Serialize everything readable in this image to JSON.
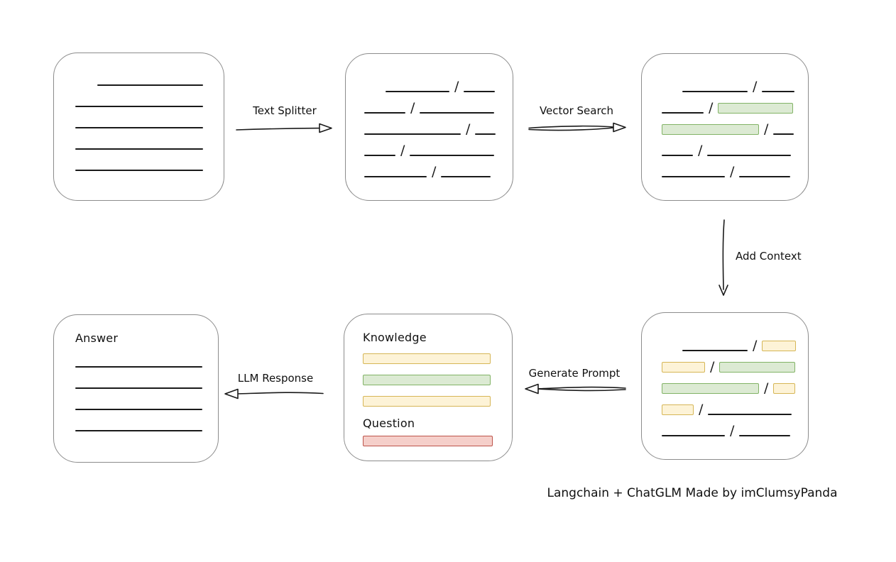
{
  "diagram": {
    "attribution": "Langchain + ChatGLM Made by imClumsyPanda",
    "separator": "/",
    "arrows": {
      "text_splitter": "Text Splitter",
      "vector_search": "Vector Search",
      "add_context": "Add Context",
      "generate_prompt": "Generate Prompt",
      "llm_response": "LLM Response"
    },
    "colors": {
      "green_fill": "#dcead3",
      "green_border": "#82b366",
      "yellow_fill": "#fdf3d7",
      "yellow_border": "#d6b656",
      "red_fill": "#f5cfca",
      "red_border": "#bd544a",
      "box_border": "#8c8c8c",
      "line": "#1a1a1a",
      "text": "#111111"
    },
    "document_box": {
      "rows": [
        {
          "indent": 31,
          "segments": [
            {
              "type": "line",
              "w": 149
            }
          ]
        },
        {
          "indent": 0,
          "segments": [
            {
              "type": "line",
              "w": 180
            }
          ]
        },
        {
          "indent": 0,
          "segments": [
            {
              "type": "line",
              "w": 180
            }
          ]
        },
        {
          "indent": 0,
          "segments": [
            {
              "type": "line",
              "w": 180
            }
          ]
        },
        {
          "indent": 0,
          "segments": [
            {
              "type": "line",
              "w": 180
            }
          ]
        }
      ]
    },
    "chunks_box": {
      "rows": [
        {
          "indent": 30,
          "segments": [
            {
              "type": "line",
              "w": 90
            },
            {
              "type": "line",
              "w": 44
            }
          ]
        },
        {
          "indent": 0,
          "segments": [
            {
              "type": "line",
              "w": 58
            },
            {
              "type": "line",
              "w": 105
            }
          ]
        },
        {
          "indent": 0,
          "segments": [
            {
              "type": "line",
              "w": 136
            },
            {
              "type": "line",
              "w": 29
            }
          ]
        },
        {
          "indent": 0,
          "segments": [
            {
              "type": "line",
              "w": 44
            },
            {
              "type": "line",
              "w": 119
            }
          ]
        },
        {
          "indent": 0,
          "segments": [
            {
              "type": "line",
              "w": 88
            },
            {
              "type": "line",
              "w": 70
            }
          ]
        }
      ]
    },
    "vector_box": {
      "rows": [
        {
          "indent": 29,
          "segments": [
            {
              "type": "line",
              "w": 92
            },
            {
              "type": "line",
              "w": 46
            }
          ]
        },
        {
          "indent": 0,
          "segments": [
            {
              "type": "line",
              "w": 59
            },
            {
              "type": "green",
              "w": 106
            }
          ]
        },
        {
          "indent": 0,
          "segments": [
            {
              "type": "green",
              "w": 137
            },
            {
              "type": "line",
              "w": 29
            }
          ]
        },
        {
          "indent": 0,
          "segments": [
            {
              "type": "line",
              "w": 44
            },
            {
              "type": "line",
              "w": 118
            }
          ]
        },
        {
          "indent": 0,
          "segments": [
            {
              "type": "line",
              "w": 89
            },
            {
              "type": "line",
              "w": 72
            }
          ]
        }
      ]
    },
    "context_box": {
      "rows": [
        {
          "indent": 29,
          "segments": [
            {
              "type": "line",
              "w": 92
            },
            {
              "type": "yellow",
              "w": 48
            }
          ]
        },
        {
          "indent": 0,
          "segments": [
            {
              "type": "yellow",
              "w": 61
            },
            {
              "type": "green",
              "w": 107
            }
          ]
        },
        {
          "indent": 0,
          "segments": [
            {
              "type": "green",
              "w": 137
            },
            {
              "type": "yellow",
              "w": 31
            }
          ]
        },
        {
          "indent": 0,
          "segments": [
            {
              "type": "yellow",
              "w": 45
            },
            {
              "type": "line",
              "w": 118
            }
          ]
        },
        {
          "indent": 0,
          "segments": [
            {
              "type": "line",
              "w": 89
            },
            {
              "type": "line",
              "w": 72
            }
          ]
        }
      ]
    },
    "prompt_box": {
      "knowledge_label": "Knowledge",
      "question_label": "Question",
      "knowledge_rows": [
        {
          "indent": 0,
          "segments": [
            {
              "type": "yellow",
              "w": 180
            }
          ]
        },
        {
          "indent": 0,
          "segments": [
            {
              "type": "green",
              "w": 180
            }
          ]
        },
        {
          "indent": 0,
          "segments": [
            {
              "type": "yellow",
              "w": 180
            }
          ]
        }
      ],
      "question_rows": [
        {
          "indent": 0,
          "segments": [
            {
              "type": "red",
              "w": 183
            }
          ]
        }
      ]
    },
    "answer_box": {
      "label": "Answer",
      "rows": [
        {
          "indent": 0,
          "segments": [
            {
              "type": "line",
              "w": 179
            }
          ]
        },
        {
          "indent": 0,
          "segments": [
            {
              "type": "line",
              "w": 179
            }
          ]
        },
        {
          "indent": 0,
          "segments": [
            {
              "type": "line",
              "w": 179
            }
          ]
        },
        {
          "indent": 0,
          "segments": [
            {
              "type": "line",
              "w": 179
            }
          ]
        }
      ]
    }
  }
}
